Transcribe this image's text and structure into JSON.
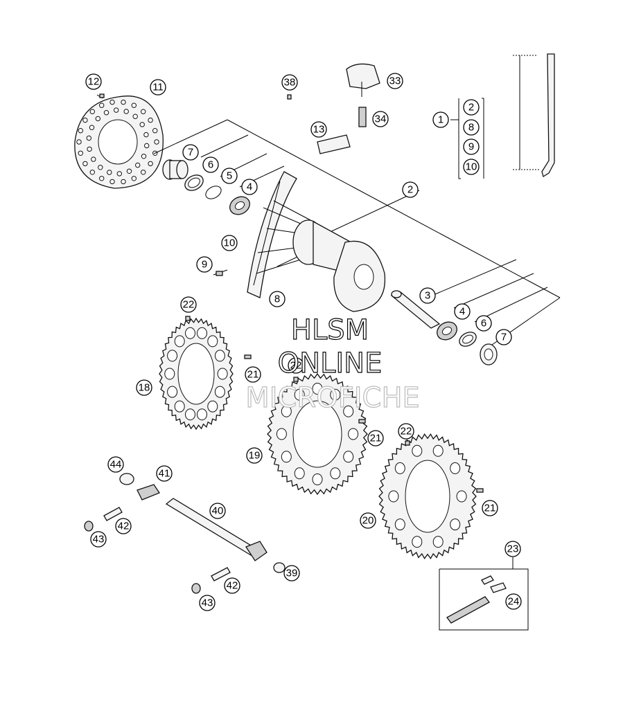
{
  "watermark": {
    "line1": "HLSM",
    "line2": "ONLINE",
    "line3": "MICROFICHE"
  },
  "callouts": {
    "c1": "1",
    "c2a": "2",
    "c2b": "2",
    "c3": "3",
    "c4a": "4",
    "c4b": "4",
    "c5": "5",
    "c6a": "6",
    "c6b": "6",
    "c7a": "7",
    "c7b": "7",
    "c8a": "8",
    "c8b": "8",
    "c9a": "9",
    "c9b": "9",
    "c10a": "10",
    "c10b": "10",
    "c11": "11",
    "c12": "12",
    "c13": "13",
    "c18": "18",
    "c19": "19",
    "c20": "20",
    "c21a": "21",
    "c21b": "21",
    "c21c": "21",
    "c22a": "22",
    "c22b": "22",
    "c22c": "22",
    "c23": "23",
    "c24": "24",
    "c33": "33",
    "c34": "34",
    "c38": "38",
    "c39": "39",
    "c40": "40",
    "c41": "41",
    "c42a": "42",
    "c42b": "42",
    "c43a": "43",
    "c43b": "43",
    "c44": "44"
  }
}
